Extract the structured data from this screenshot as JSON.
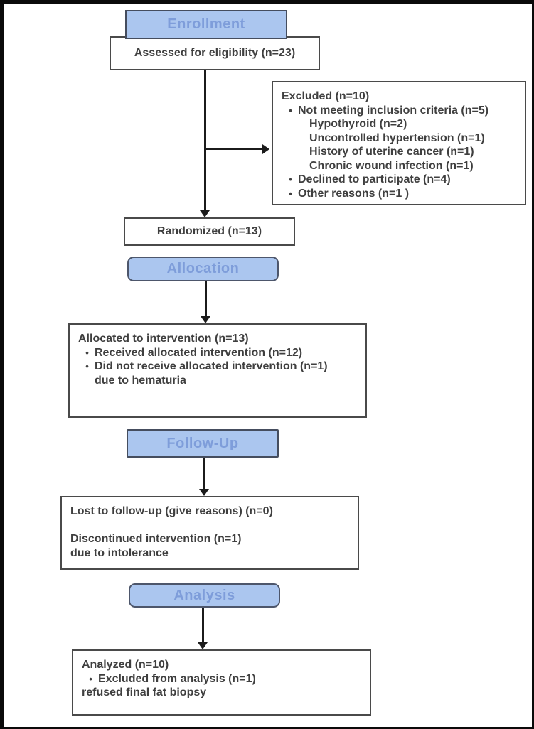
{
  "colors": {
    "stage_fill": "#abc6ef",
    "stage_text": "#7e9dda",
    "stage_border": "#4d566b",
    "box_border": "#4a4a4a",
    "body_text": "#3f3f3f",
    "arrow": "#1b1b1b",
    "frame_border": "#0a0a0a"
  },
  "bullet_char": "•",
  "headers": {
    "enrollment": "Enrollment",
    "allocation": "Allocation",
    "followup": "Follow-Up",
    "analysis": "Analysis"
  },
  "boxes": {
    "assessed": {
      "text": "Assessed for eligibility (n=23)"
    },
    "excluded": {
      "title": "Excluded (n=10)",
      "items": [
        {
          "text": "Not meeting inclusion criteria (n=5)",
          "bullet": true
        },
        {
          "text": "Hypothyroid (n=2)",
          "bullet": false
        },
        {
          "text": "Uncontrolled hypertension (n=1)",
          "bullet": false
        },
        {
          "text": "History of uterine cancer (n=1)",
          "bullet": false
        },
        {
          "text": "Chronic wound infection (n=1)",
          "bullet": false
        },
        {
          "text": "Declined to participate (n=4)",
          "bullet": true
        },
        {
          "text": "Other reasons (n=1 )",
          "bullet": true
        }
      ]
    },
    "randomized": {
      "text": "Randomized (n=13)"
    },
    "allocated": {
      "title": "Allocated to intervention (n=13)",
      "items": [
        {
          "text": "Received allocated intervention (n=12)",
          "bullet": true
        },
        {
          "text": "Did not receive allocated intervention (n=1)",
          "bullet": true
        },
        {
          "text": "due to hematuria",
          "bullet": false
        }
      ]
    },
    "lost": {
      "line1": "Lost to follow-up (give reasons) (n=0)",
      "line2": "Discontinued intervention (n=1)",
      "line3": "due to intolerance"
    },
    "analyzed": {
      "title": "Analyzed (n=10)",
      "items": [
        {
          "text": "Excluded from analysis (n=1)",
          "bullet": true
        },
        {
          "text": "refused final fat biopsy",
          "bullet": false
        }
      ]
    }
  }
}
